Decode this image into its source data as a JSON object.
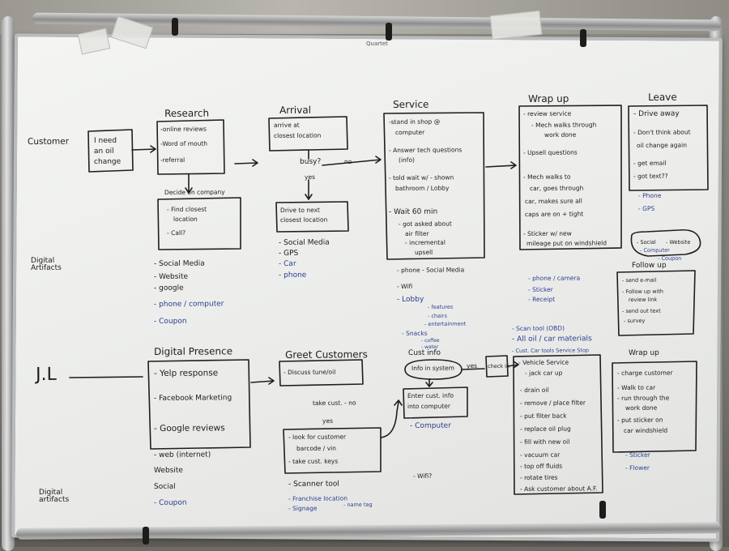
{
  "board": {
    "brand": "Quartet",
    "rows": [
      "Customer",
      "Digital Artifacts",
      "J.L",
      "Digital artifacts"
    ],
    "customer_row": {
      "start": [
        "I need",
        "an oil",
        "change"
      ],
      "research": {
        "title": "Research",
        "items": [
          "-online reviews",
          "-Word of mouth",
          "-referral"
        ],
        "decide_title": "Decide on company",
        "decide_items": [
          "- Find closest",
          "location",
          "- Call?"
        ]
      },
      "arrival": {
        "title": "Arrival",
        "box": [
          "arrive at",
          "closest location"
        ],
        "question": "busy?",
        "yes": "yes",
        "no": "no",
        "drive": [
          "Drive to next",
          "closest location"
        ]
      },
      "service": {
        "title": "Service",
        "items": [
          "-stand in shop @",
          "computer",
          "- Answer tech questions",
          "(info)",
          "- told wait w/ - shown",
          "bathroom / Lobby",
          "- Wait 60 min",
          "- got asked about",
          "air filter",
          "- incremental",
          "upsell"
        ]
      },
      "wrap_up": {
        "title": "Wrap up",
        "items": [
          "- review service",
          "- Mech walks through",
          "work done",
          "- Upsell questions",
          "- Mech walks to",
          "car, goes through",
          "car, makes sure all",
          "caps are on + tight",
          "- Sticker w/ new",
          "mileage put on windshield"
        ]
      },
      "leave": {
        "title": "Leave",
        "items": [
          "- Drive away",
          "- Don't think about",
          "oil change again",
          "- get email",
          "- got text??"
        ]
      }
    },
    "customer_artifacts": {
      "research": {
        "black": [
          "- Social Media",
          "- Website",
          "- google"
        ],
        "blue": [
          "- phone / computer",
          "- Coupon"
        ]
      },
      "arrival": {
        "black": [
          "- Social Media",
          "- GPS"
        ],
        "blue": [
          "- Car",
          "- phone"
        ]
      },
      "service": {
        "black": [
          "- phone - Social Media",
          "- Wifi"
        ],
        "blue_lobby": "- Lobby",
        "blue_lobby_items": [
          "- features",
          "- chairs",
          "- entertainment"
        ],
        "blue_snacks": "- Snacks",
        "blue_snacks_items": [
          "- coffee",
          "- water"
        ]
      },
      "wrap_up": {
        "blue": [
          "- phone / camera",
          "- Sticker",
          "- Receipt"
        ]
      },
      "leave": {
        "blue": [
          "- Phone",
          "- GPS"
        ],
        "pill": [
          "- Social",
          "- Website",
          "- Computer",
          "- Coupon"
        ]
      }
    },
    "jl_row": {
      "label": "J.L",
      "digital_presence": {
        "title": "Digital Presence",
        "items": [
          "- Yelp response",
          "- Facebook Marketing",
          "- Google reviews"
        ]
      },
      "greet": {
        "title": "Greet Customers",
        "box": "- Discuss tune/oil",
        "cue": [
          "take cust. - no",
          "yes"
        ],
        "scan_box": [
          "- look for customer",
          "barcode / vin",
          "- take cust. keys"
        ]
      },
      "cust_info": {
        "title": "Cust info",
        "oval": "Info in system",
        "yes": "yes",
        "check": "check in",
        "enter_box": [
          "Enter cust. info",
          "into computer"
        ]
      },
      "vehicle_service": {
        "title": "- Vehicle Service",
        "items": [
          "- jack car up",
          "- drain oil",
          "- remove / place filter",
          "- put filter back",
          "- replace oil plug",
          "- fill with new oil",
          "- vacuum car",
          "- top off fluids",
          "- rotate tires",
          "- Ask customer about A.F."
        ]
      },
      "follow_up": {
        "title": "Follow up",
        "items": [
          "- send e-mail",
          "- Follow up with",
          "review link",
          "- send out text",
          "- survey"
        ]
      },
      "wrap_up": {
        "title": "Wrap up",
        "items": [
          "- charge customer",
          "- Walk to car",
          "- run through the",
          "work done",
          "- put sticker on",
          "car windshield"
        ]
      }
    },
    "jl_artifacts": {
      "presence_black": [
        "- web (internet)",
        "Website",
        "Social"
      ],
      "presence_blue": [
        "- Coupon"
      ],
      "scanner": {
        "title": "- Scanner tool",
        "blue": [
          "- Franchise location",
          "- Signage",
          "- name tag"
        ]
      },
      "cust_info_blue": [
        "- Computer",
        "- Wifi?"
      ],
      "tools_blue": [
        "- Scan tool (OBD)",
        "- All oil / car materials",
        "- Cust. Car tools Service Stop"
      ],
      "wrap_blue": [
        "- Sticker",
        "- Flower"
      ]
    }
  }
}
